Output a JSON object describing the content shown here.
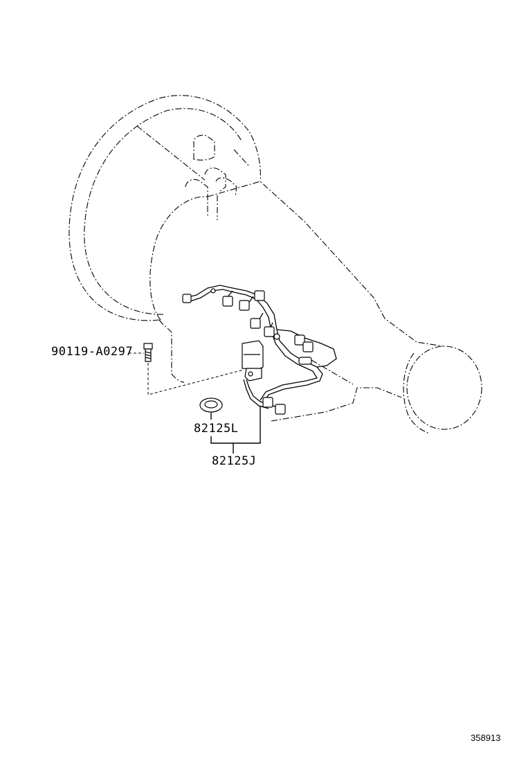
{
  "parts": {
    "bolt": "90119-A0297",
    "seal": "82125L",
    "harness": "82125J"
  },
  "diagram_id": "358913"
}
